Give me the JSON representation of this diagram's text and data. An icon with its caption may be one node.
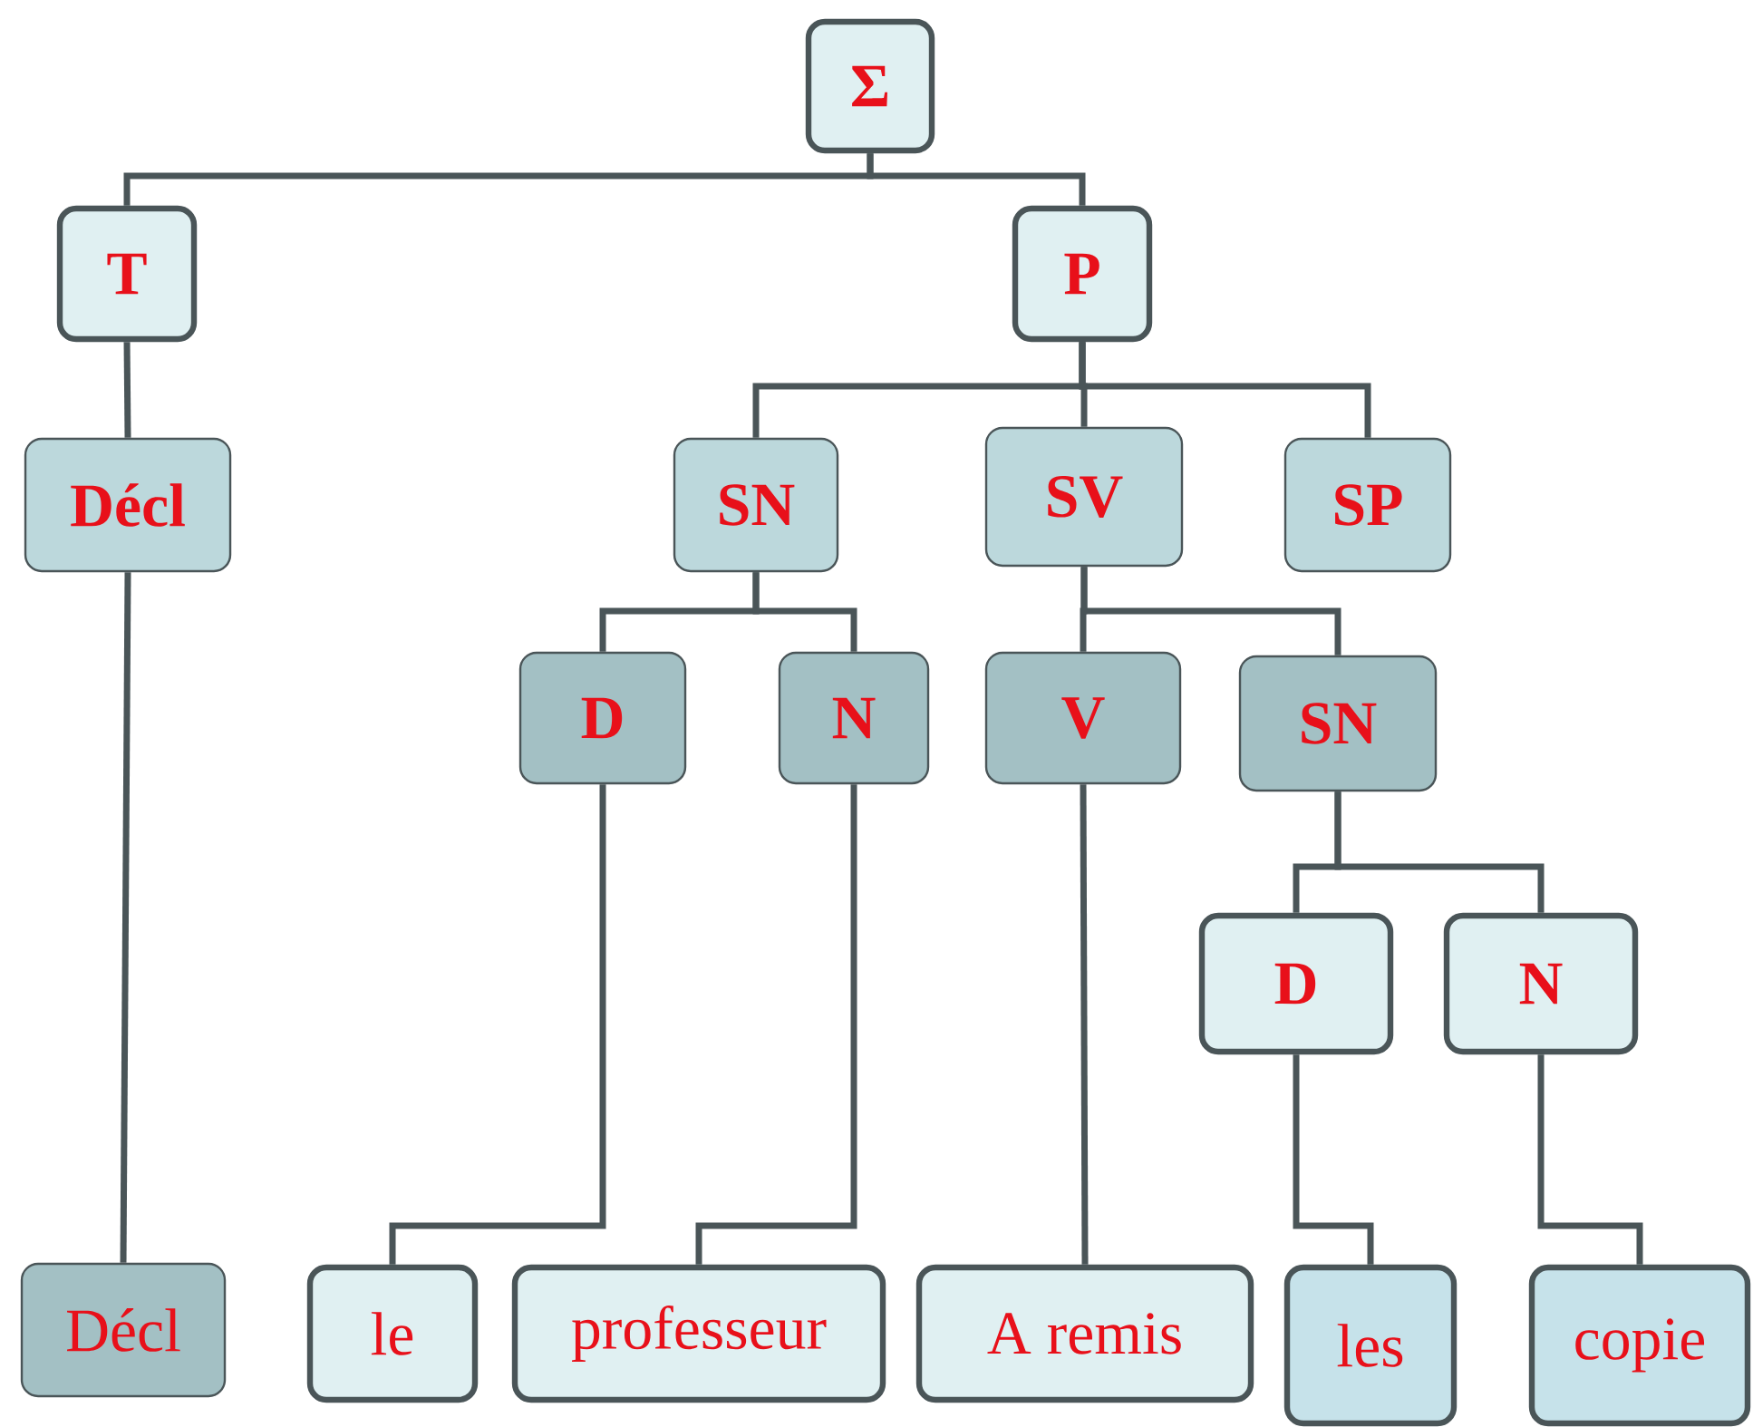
{
  "diagram": {
    "nodes": [
      {
        "text": [
          "Σ"
        ]
      },
      {
        "text": [
          "T"
        ]
      },
      {
        "text": [
          "P"
        ]
      },
      {
        "text": [
          "Décl"
        ]
      },
      {
        "text": [
          "SN"
        ]
      },
      {
        "text": [
          "SV"
        ]
      },
      {
        "text": [
          "SP"
        ]
      },
      {
        "text": [
          "D"
        ]
      },
      {
        "text": [
          "N"
        ]
      },
      {
        "text": [
          "V"
        ]
      },
      {
        "text": [
          "SN"
        ]
      },
      {
        "text": [
          "D"
        ]
      },
      {
        "text": [
          "N"
        ]
      },
      {
        "text": [
          "Décl"
        ]
      },
      {
        "text": [
          "le"
        ]
      },
      {
        "text": [
          "professeur"
        ]
      },
      {
        "text": [
          "A remis"
        ]
      },
      {
        "text": [
          "les"
        ]
      },
      {
        "text": [
          "copie"
        ]
      }
    ],
    "edges": [
      {
        "from": 0,
        "to": 1,
        "arrow": "none"
      },
      {
        "from": 0,
        "to": 2,
        "arrow": "none"
      },
      {
        "from": 1,
        "to": 3,
        "arrow": "none"
      },
      {
        "from": 2,
        "to": 4,
        "arrow": "none"
      },
      {
        "from": 2,
        "to": 5,
        "arrow": "none"
      },
      {
        "from": 2,
        "to": 6,
        "arrow": "none"
      },
      {
        "from": 3,
        "to": 13,
        "arrow": "none"
      },
      {
        "from": 4,
        "to": 7,
        "arrow": "none"
      },
      {
        "from": 4,
        "to": 8,
        "arrow": "none"
      },
      {
        "from": 5,
        "to": 9,
        "arrow": "none"
      },
      {
        "from": 5,
        "to": 10,
        "arrow": "none"
      },
      {
        "from": 7,
        "to": 14,
        "arrow": "none"
      },
      {
        "from": 8,
        "to": 15,
        "arrow": "none"
      },
      {
        "from": 9,
        "to": 16,
        "arrow": "none"
      },
      {
        "from": 10,
        "to": 11,
        "arrow": "none"
      },
      {
        "from": 10,
        "to": 12,
        "arrow": "none"
      },
      {
        "from": 11,
        "to": 17,
        "arrow": "none"
      },
      {
        "from": 12,
        "to": 18,
        "arrow": "none"
      }
    ]
  }
}
